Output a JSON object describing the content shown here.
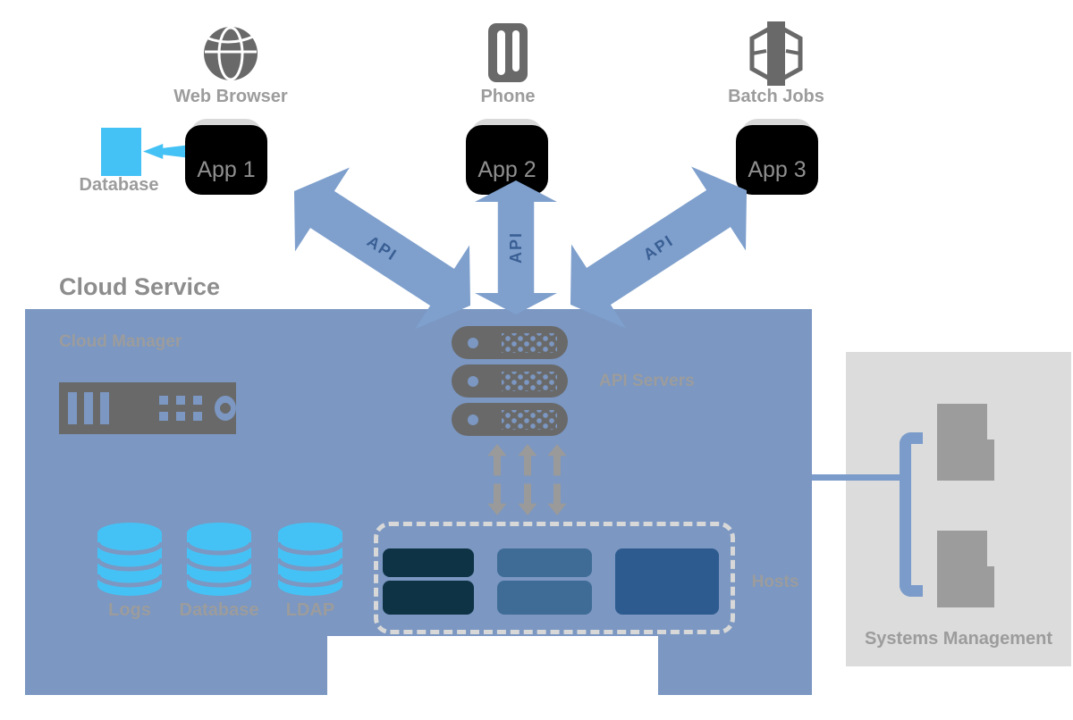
{
  "clients": [
    {
      "icon": "globe",
      "label": "Web Browser",
      "app_label": "App 1"
    },
    {
      "icon": "phone",
      "label": "Phone",
      "app_label": "App 2"
    },
    {
      "icon": "cube",
      "label": "Batch Jobs",
      "app_label": "App 3"
    }
  ],
  "client_database": {
    "label": "Database"
  },
  "api_arrows": [
    {
      "label": "API"
    },
    {
      "label": "API"
    },
    {
      "label": "API"
    }
  ],
  "cloud": {
    "title": "Cloud Service",
    "manager_label": "Cloud Manager",
    "servers_label": "API Servers",
    "hosts_label": "Hosts",
    "data_stores": [
      {
        "label": "Logs"
      },
      {
        "label": "Database"
      },
      {
        "label": "LDAP"
      }
    ]
  },
  "systems_management": {
    "label": "Systems Management"
  },
  "colors": {
    "cloud_box": "#7b97c2",
    "arrow_blue": "#7fa0cd",
    "api_text": "#3a5f94",
    "cyan": "#45c2f5",
    "icon_gray": "#696969",
    "label_gray": "#9c9c9c",
    "title_gray": "#8d8d8d",
    "app_fill": "#d9d9d9",
    "panel_gray": "#dcdcdc",
    "panel_box_gray": "#9c9c9c",
    "bracket_blue": "#7b9cca",
    "dash_gray": "#d8d8d8",
    "sync_arrow_gray": "#9a9a9a",
    "host_dark": "#0e3344",
    "host_medium": "#3e6c96",
    "host_blue": "#2e5b8f"
  }
}
